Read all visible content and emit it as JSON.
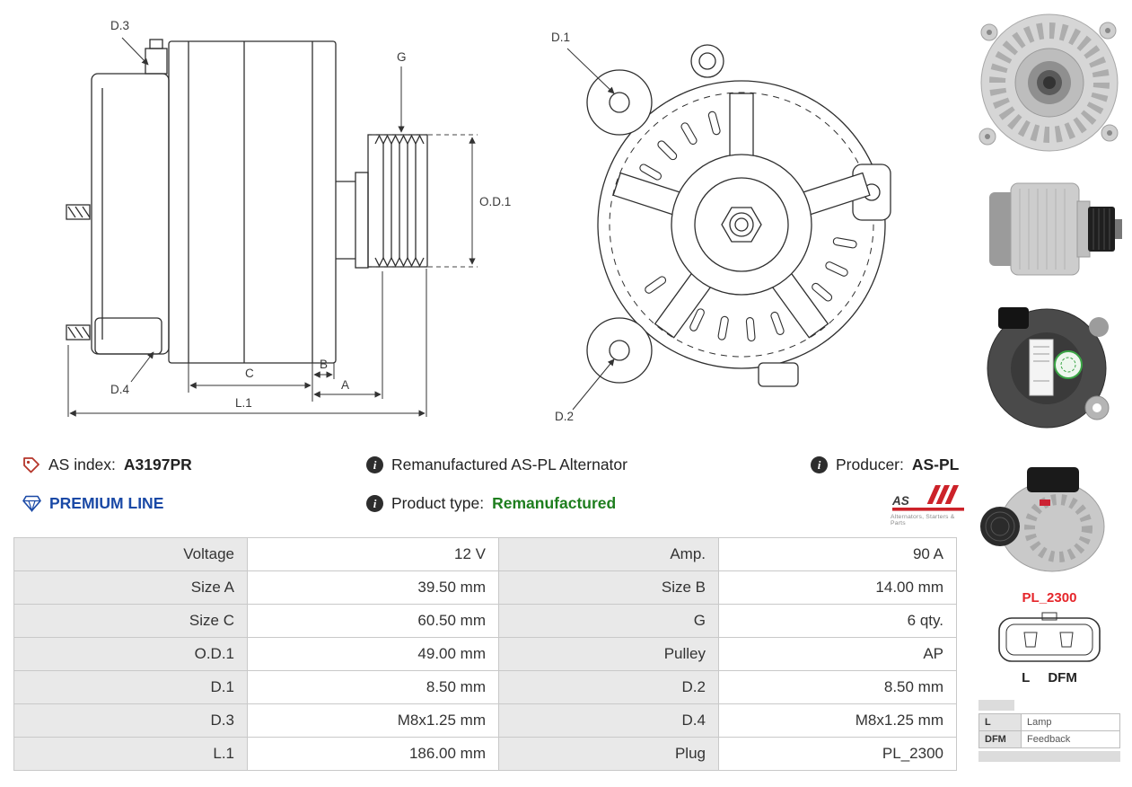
{
  "drawings": {
    "side": {
      "d3": "D.3",
      "g": "G",
      "od1": "O.D.1",
      "d4": "D.4",
      "c": "C",
      "b": "B",
      "a": "A",
      "l1": "L.1"
    },
    "front": {
      "d1": "D.1",
      "d2": "D.2"
    }
  },
  "info": {
    "as_index_label": "AS index:",
    "as_index_value": "A3197PR",
    "line_label": "PREMIUM LINE",
    "title": "Remanufactured AS-PL Alternator",
    "product_type_label": "Product type:",
    "product_type_value": "Remanufactured",
    "producer_label": "Producer:",
    "producer_value": "AS-PL",
    "brand": {
      "name": "AS",
      "tagline": "Alternators, Starters & Parts"
    }
  },
  "plug": {
    "code": "PL_2300",
    "pin_l": "L",
    "pin_dfm": "DFM",
    "legend": [
      {
        "key": "L",
        "desc": "Lamp"
      },
      {
        "key": "DFM",
        "desc": "Feedback"
      }
    ]
  },
  "colors": {
    "accent_red": "#cc2229",
    "premium_blue": "#1a49a6",
    "type_green": "#1e7e1e"
  },
  "spec": {
    "rows": [
      [
        "Voltage",
        "12 V",
        "Amp.",
        "90 A"
      ],
      [
        "Size A",
        "39.50 mm",
        "Size B",
        "14.00 mm"
      ],
      [
        "Size C",
        "60.50 mm",
        "G",
        "6 qty."
      ],
      [
        "O.D.1",
        "49.00 mm",
        "Pulley",
        "AP"
      ],
      [
        "D.1",
        "8.50 mm",
        "D.2",
        "8.50 mm"
      ],
      [
        "D.3",
        "M8x1.25 mm",
        "D.4",
        "M8x1.25 mm"
      ],
      [
        "L.1",
        "186.00 mm",
        "Plug",
        "PL_2300"
      ]
    ]
  }
}
